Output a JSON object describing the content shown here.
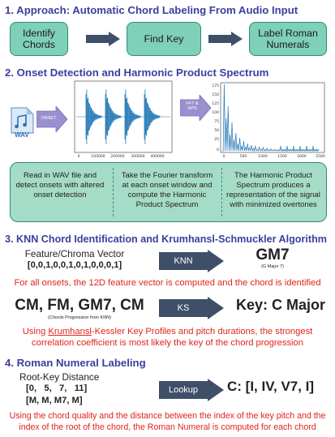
{
  "section1": {
    "heading": "1. Approach: Automatic Chord Labeling From Audio Input",
    "boxes": [
      "Identify\nChords",
      "Find Key",
      "Label Roman\nNumerals"
    ]
  },
  "section2": {
    "heading": "2. Onset Detection and Harmonic Product Spectrum",
    "wav_label": "WAV",
    "onset_label": "ONSET",
    "fft_label": "FFT &\nHPS",
    "waveform_xticks": [
      "0",
      "100000",
      "200000",
      "300000",
      "400000"
    ],
    "spectrum_yticks": [
      "175",
      "150",
      "125",
      "100",
      "75",
      "50",
      "25",
      "0"
    ],
    "spectrum_xticks": [
      "0",
      "500",
      "1000",
      "1500",
      "2000",
      "2500"
    ],
    "steps": [
      "Read in WAV file and detect onsets with altered onset detection",
      "Take the Fourier transform at each onset window and compute the Harmonic Product Spectrum",
      "The Harmonic Product Spectrum produces a representation of the signal with minimized overtones"
    ]
  },
  "section3": {
    "heading": "3. KNN Chord Identification and Krumhansl-Schmuckler Algorithm",
    "feature_title": "Feature/Chroma Vector",
    "feature_vector": "[0,0,1,0,0,1,0,1,0,0,0,1]",
    "knn_label": "KNN",
    "knn_result": "GM7",
    "knn_result_sub": "(G Major 7)",
    "knn_caption": "For all onsets, the 12D feature vector is computed and the chord is identified",
    "chords": "CM, FM, GM7, CM",
    "chords_sub": "(Chords Progression from KNN)",
    "ks_label": "KS",
    "ks_result": "Key: C Major",
    "ks_caption_link": "Krumhansl",
    "ks_caption_rest1": "-Kessler Key Profiles and pitch durations, the strongest",
    "ks_caption_prefix": "Using ",
    "ks_caption_line2": "correlation coefficient is most likely the key of the chord progression"
  },
  "section4": {
    "heading": "4. Roman Numeral Labeling",
    "distance_title": "Root-Key Distance",
    "distance_values": "[0,   5,   7,   11]",
    "qualities": "[M, M, M7, M]",
    "lookup_label": "Lookup",
    "result": "C: [I, IV, V7, I]",
    "caption_line1": "Using the chord quality and the distance between the index of the key pitch and the",
    "caption_line2": "index of the root of the chord, the Roman Numeral is computed for each chord"
  },
  "colors": {
    "heading": "#3a3f9e",
    "teal_box": "#7fd0b8",
    "light_teal_panel": "#a5dcc7",
    "gray_arrow": "#3f4f68",
    "purple_arrow": "#9b8fd0",
    "signal_blue": "#1f77b4",
    "caption_red": "#e0241b"
  },
  "icons": [
    "arrow-right-icon",
    "wav-file-icon",
    "waveform-plot",
    "spectrum-plot"
  ]
}
